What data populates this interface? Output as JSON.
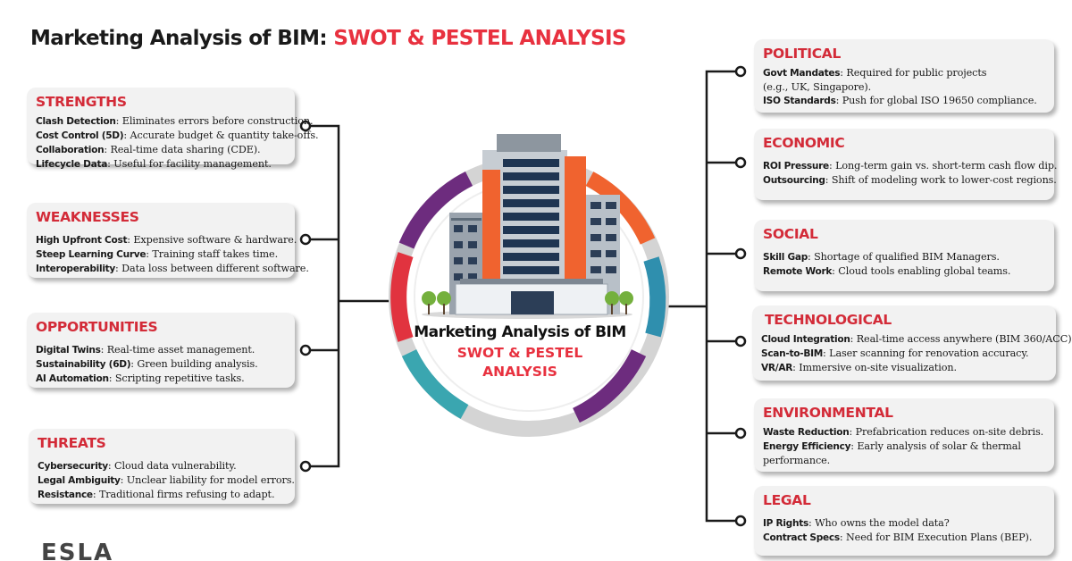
{
  "title": {
    "black": "Marketing Analysis of BIM: ",
    "red": "SWOT & PESTEL ANALYSIS"
  },
  "center": {
    "line1": "Marketing Analysis of BIM",
    "line2": "SWOT & PESTEL",
    "line3": "ANALYSIS"
  },
  "logo": {
    "text": "ESLA"
  },
  "swot": {
    "strengths": {
      "heading": "STRENGTHS",
      "items": [
        {
          "label": "Clash Detection",
          "text": ": Eliminates errors before construction."
        },
        {
          "label": "Cost Control (5D)",
          "text": ": Accurate budget & quantity take-offs."
        },
        {
          "label": "Collaboration",
          "text": ": Real-time data sharing (CDE)."
        },
        {
          "label": "Lifecycle Data",
          "text": ": Useful for facility management."
        }
      ]
    },
    "weaknesses": {
      "heading": "WEAKNESSES",
      "items": [
        {
          "label": "High Upfront Cost",
          "text": ": Expensive software & hardware."
        },
        {
          "label": "Steep Learning Curve",
          "text": ": Training staff takes time."
        },
        {
          "label": "Interoperability",
          "text": ": Data loss between different software."
        }
      ]
    },
    "opportunities": {
      "heading": "OPPORTUNITIES",
      "items": [
        {
          "label": "Digital Twins",
          "text": ": Real-time asset management."
        },
        {
          "label": "Sustainability (6D)",
          "text": ": Green building analysis."
        },
        {
          "label": "AI Automation",
          "text": ": Scripting repetitive tasks."
        }
      ]
    },
    "threats": {
      "heading": "THREATS",
      "items": [
        {
          "label": "Cybersecurity",
          "text": ": Cloud data vulnerability."
        },
        {
          "label": "Legal Ambiguity",
          "text": ": Unclear liability for model errors."
        },
        {
          "label": "Resistance",
          "text": ": Traditional firms refusing to adapt."
        }
      ]
    }
  },
  "pestel": {
    "political": {
      "heading": "POLITICAL",
      "items": [
        {
          "label": "Govt Mandates",
          "text": ": Required for public projects"
        },
        {
          "label": "",
          "text": "(e.g., UK, Singapore)."
        },
        {
          "label": "ISO Standards",
          "text": ": Push for global ISO 19650 compliance."
        }
      ]
    },
    "economic": {
      "heading": "ECONOMIC",
      "items": [
        {
          "label": "ROI Pressure",
          "text": ": Long-term gain vs. short-term cash flow dip."
        },
        {
          "label": "Outsourcing",
          "text": ": Shift of modeling work to lower-cost regions."
        }
      ]
    },
    "social": {
      "heading": "SOCIAL",
      "items": [
        {
          "label": "Skill Gap",
          "text": ": Shortage of qualified BIM Managers."
        },
        {
          "label": "Remote Work",
          "text": ": Cloud tools enabling global teams."
        }
      ]
    },
    "technological": {
      "heading": "TECHNOLOGICAL",
      "items": [
        {
          "label": "Cloud Integration",
          "text": ": Real-time access anywhere (BIM 360/ACC)."
        },
        {
          "label": "Scan-to-BIM",
          "text": ": Laser scanning for renovation accuracy."
        },
        {
          "label": "VR/AR",
          "text": ": Immersive on-site visualization."
        }
      ]
    },
    "environmental": {
      "heading": "ENVIRONMENTAL",
      "items": [
        {
          "label": "Waste Reduction",
          "text": ": Prefabrication reduces on-site debris."
        },
        {
          "label": "Energy Efficiency",
          "text": ": Early analysis of solar & thermal performance."
        }
      ]
    },
    "legal": {
      "heading": "LEGAL",
      "items": [
        {
          "label": "IP Rights",
          "text": ": Who owns the model data?"
        },
        {
          "label": "Contract Specs",
          "text": ": Need for BIM Execution Plans (BEP)."
        }
      ]
    }
  },
  "colors": {
    "accent_red": "#e8313f",
    "heading_red": "#d32b38",
    "ring_purple": "#6d2c7e",
    "ring_orange": "#f0632f",
    "ring_blue": "#2f8fae",
    "ring_red": "#e1333f",
    "ring_teal": "#3aa6b0"
  }
}
